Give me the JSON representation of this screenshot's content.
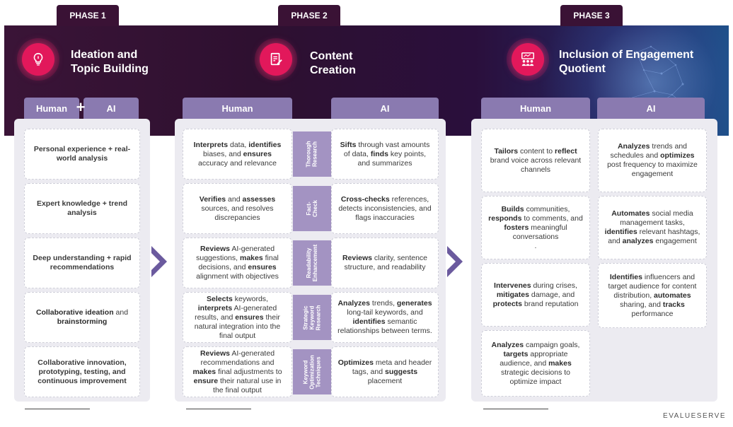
{
  "phases": [
    {
      "tab": "PHASE 1",
      "title": "Ideation and\nTopic Building",
      "icon": "lightbulb-icon"
    },
    {
      "tab": "PHASE 2",
      "title": "Content\nCreation",
      "icon": "document-edit-icon"
    },
    {
      "tab": "PHASE 3",
      "title": "Inclusion of Engagement\nQuotient",
      "icon": "audience-screen-icon"
    }
  ],
  "headers": {
    "p1_human": "Human",
    "p1_plus": "+",
    "p1_ai": "AI",
    "p2_human": "Human",
    "p2_ai": "AI",
    "p3_human": "Human",
    "p3_ai": "AI"
  },
  "phase1_items": [
    "Personal experience + real-world analysis",
    "Expert knowledge + trend analysis",
    "Deep understanding + rapid recommendations",
    [
      {
        "t": "Collaborative ideation",
        "b": 1
      },
      {
        "t": " and ",
        "b": 0
      },
      {
        "t": "brainstorming",
        "b": 1
      }
    ],
    "Collaborative innovation, prototyping, testing, and continuous improvement"
  ],
  "phase2_stages": [
    "Thorough\nResearch",
    "Fact-\nCheck",
    "Readability\nEnhancement",
    "Strategic\nKeyword\nResearch",
    "Keyword\nOptimization\nTechniques"
  ],
  "phase2_human": [
    [
      {
        "t": "Interprets",
        "b": 1
      },
      {
        "t": " data, ",
        "b": 0
      },
      {
        "t": "identifies",
        "b": 1
      },
      {
        "t": " biases, and ",
        "b": 0
      },
      {
        "t": "ensures",
        "b": 1
      },
      {
        "t": " accuracy and relevance",
        "b": 0
      }
    ],
    [
      {
        "t": "Verifies",
        "b": 1
      },
      {
        "t": " and ",
        "b": 0
      },
      {
        "t": "assesses",
        "b": 1
      },
      {
        "t": " sources, and resolves discrepancies",
        "b": 0
      }
    ],
    [
      {
        "t": "Reviews",
        "b": 1
      },
      {
        "t": " AI-generated suggestions, ",
        "b": 0
      },
      {
        "t": "makes",
        "b": 1
      },
      {
        "t": " final decisions, and ",
        "b": 0
      },
      {
        "t": "ensures",
        "b": 1
      },
      {
        "t": " alignment with objectives",
        "b": 0
      }
    ],
    [
      {
        "t": "Selects",
        "b": 1
      },
      {
        "t": " keywords, ",
        "b": 0
      },
      {
        "t": "interprets",
        "b": 1
      },
      {
        "t": " AI-generated results, and ",
        "b": 0
      },
      {
        "t": "ensures",
        "b": 1
      },
      {
        "t": " their natural integration into the final output",
        "b": 0
      }
    ],
    [
      {
        "t": "Reviews",
        "b": 1
      },
      {
        "t": " AI-generated recommendations and ",
        "b": 0
      },
      {
        "t": "makes",
        "b": 1
      },
      {
        "t": " final adjustments to ",
        "b": 0
      },
      {
        "t": "ensure",
        "b": 1
      },
      {
        "t": " their natural use in the final output",
        "b": 0
      }
    ]
  ],
  "phase2_ai": [
    [
      {
        "t": "Sifts",
        "b": 1
      },
      {
        "t": " through vast amounts of data, ",
        "b": 0
      },
      {
        "t": "finds",
        "b": 1
      },
      {
        "t": " key points, and summarizes",
        "b": 0
      }
    ],
    [
      {
        "t": "Cross-checks",
        "b": 1
      },
      {
        "t": " references, detects inconsistencies, and flags inaccuracies",
        "b": 0
      }
    ],
    [
      {
        "t": "Reviews",
        "b": 1
      },
      {
        "t": " clarity, sentence structure, and readability",
        "b": 0
      }
    ],
    [
      {
        "t": "Analyzes",
        "b": 1
      },
      {
        "t": " trends, ",
        "b": 0
      },
      {
        "t": "generates",
        "b": 1
      },
      {
        "t": " long-tail keywords, and ",
        "b": 0
      },
      {
        "t": "identifies",
        "b": 1
      },
      {
        "t": " semantic relationships between terms.",
        "b": 0
      }
    ],
    [
      {
        "t": "Optimizes",
        "b": 1
      },
      {
        "t": " meta and header tags, and ",
        "b": 0
      },
      {
        "t": "suggests",
        "b": 1
      },
      {
        "t": " placement",
        "b": 0
      }
    ]
  ],
  "phase3_human": [
    [
      {
        "t": "Tailors",
        "b": 1
      },
      {
        "t": " content to ",
        "b": 0
      },
      {
        "t": "reflect",
        "b": 1
      },
      {
        "t": " brand voice across relevant channels",
        "b": 0
      }
    ],
    [
      {
        "t": "Builds",
        "b": 1
      },
      {
        "t": " communities, ",
        "b": 0
      },
      {
        "t": "responds",
        "b": 1
      },
      {
        "t": " to comments, and ",
        "b": 0
      },
      {
        "t": "fosters",
        "b": 1
      },
      {
        "t": " meaningful conversations\n.",
        "b": 0
      }
    ],
    [
      {
        "t": "Intervenes",
        "b": 1
      },
      {
        "t": " during crises, ",
        "b": 0
      },
      {
        "t": "mitigates",
        "b": 1
      },
      {
        "t": " damage, and ",
        "b": 0
      },
      {
        "t": "protects",
        "b": 1
      },
      {
        "t": " brand reputation",
        "b": 0
      }
    ],
    [
      {
        "t": "Analyzes",
        "b": 1
      },
      {
        "t": " campaign goals, ",
        "b": 0
      },
      {
        "t": "targets",
        "b": 1
      },
      {
        "t": " appropriate audience, and ",
        "b": 0
      },
      {
        "t": "makes",
        "b": 1
      },
      {
        "t": " strategic decisions to optimize impact",
        "b": 0
      }
    ]
  ],
  "phase3_ai": [
    [
      {
        "t": "Analyzes",
        "b": 1
      },
      {
        "t": " trends and schedules and ",
        "b": 0
      },
      {
        "t": "optimizes",
        "b": 1
      },
      {
        "t": " post frequency to maximize engagement",
        "b": 0
      }
    ],
    [
      {
        "t": "Automates",
        "b": 1
      },
      {
        "t": " social media management tasks, ",
        "b": 0
      },
      {
        "t": "identifies",
        "b": 1
      },
      {
        "t": " relevant hashtags, and ",
        "b": 0
      },
      {
        "t": "analyzes",
        "b": 1
      },
      {
        "t": " engagement",
        "b": 0
      }
    ],
    [
      {
        "t": "Identifies",
        "b": 1
      },
      {
        "t": " influencers and target audience for content distribution, ",
        "b": 0
      },
      {
        "t": "automates",
        "b": 1
      },
      {
        "t": " sharing, and ",
        "b": 0
      },
      {
        "t": "tracks",
        "b": 1
      },
      {
        "t": " performance",
        "b": 0
      }
    ]
  ],
  "brand": "EVALUESERVE",
  "colors": {
    "banner": "#2e1030",
    "tab": "#3a1235",
    "header": "#8a7ab0",
    "stage": "#a393c2",
    "accent": "#e2185b",
    "arrow": "#6b5a9e"
  }
}
